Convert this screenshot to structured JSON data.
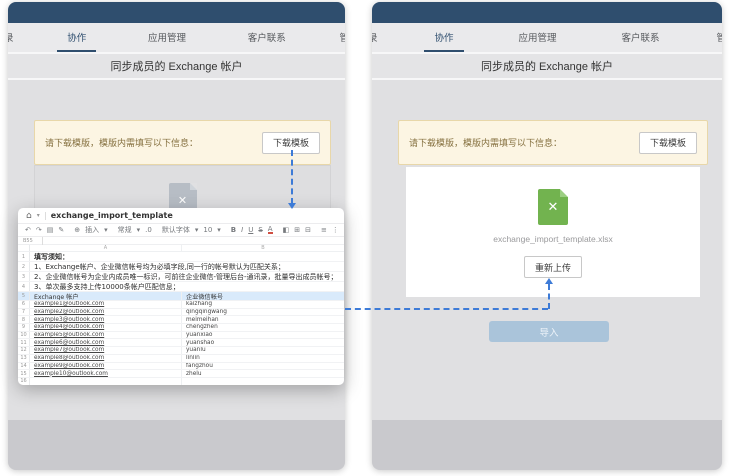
{
  "colors": {
    "navy": "#2f4e6e",
    "dashed_blue": "#3d7bd7",
    "excel_green": "#72b34f",
    "notice_bg": "#fcf5e3",
    "notice_border": "#e8d7a9",
    "import_button_bg": "#aac4da",
    "sheet_header_row_bg": "#d9eafb"
  },
  "tabs": {
    "partial_left": "录",
    "items": [
      "协作",
      "应用管理",
      "客户联系"
    ],
    "partial_right": "管"
  },
  "page_title": "同步成员的 Exchange 帐户",
  "notice": {
    "text": "请下载模版，模版内需填写以下信息：",
    "download_button": "下载模板"
  },
  "upload": {
    "filename": "exchange_import_template.xlsx",
    "reupload_button": "重新上传"
  },
  "import_button": "导入",
  "spreadsheet": {
    "window_title": "exchange_import_template",
    "name_box": "B55",
    "column_letters": {
      "a": "A",
      "b": "B"
    },
    "toolbar": {
      "undo": "↶",
      "redo": "↷",
      "print": "▤",
      "paint": "✎",
      "insert_icon": "⊕",
      "insert_label": "插入",
      "chevron": "▾",
      "format_label": "常规",
      "decimal": ".0",
      "font_label": "默认字体",
      "font_size": "10",
      "bold": "B",
      "italic": "I",
      "underline": "U",
      "strike": "S",
      "color": "A",
      "fill": "◧",
      "borders": "⊞",
      "merge": "⊟",
      "align": "≡",
      "more": "⋮"
    },
    "rows": [
      {
        "n": "1",
        "type": "note-bold",
        "a": "填写须知：",
        "b": ""
      },
      {
        "n": "2",
        "type": "note",
        "a": "1、Exchange帐户、企业微信帐号均为必填字段,同一行的帐号默认为匹配关系；",
        "b": ""
      },
      {
        "n": "3",
        "type": "note",
        "a": "2、企业微信帐号为企业内成员唯一标识，可前往企业微信-管理后台-通讯录，批量导出成员帐号；",
        "b": ""
      },
      {
        "n": "4",
        "type": "note",
        "a": "3、单次最多支持上传10000条帐户匹配信息；",
        "b": ""
      },
      {
        "n": "5",
        "type": "header",
        "a": "Exchange 帐户",
        "b": "企业微信帐号"
      },
      {
        "n": "6",
        "type": "data",
        "a": "example1@outlook.com",
        "b": "kaizhang"
      },
      {
        "n": "7",
        "type": "data",
        "a": "example2@outlook.com",
        "b": "qingqingwang"
      },
      {
        "n": "8",
        "type": "data",
        "a": "example3@outlook.com",
        "b": "meimeihan"
      },
      {
        "n": "9",
        "type": "data",
        "a": "example4@outlook.com",
        "b": "chengzhen"
      },
      {
        "n": "10",
        "type": "data",
        "a": "example5@outlook.com",
        "b": "yuanxiao"
      },
      {
        "n": "11",
        "type": "data",
        "a": "example6@outlook.com",
        "b": "yuanshao"
      },
      {
        "n": "12",
        "type": "data",
        "a": "example7@outlook.com",
        "b": "yuanlu"
      },
      {
        "n": "13",
        "type": "data",
        "a": "example8@outlook.com",
        "b": "linlin"
      },
      {
        "n": "14",
        "type": "data",
        "a": "example9@outlook.com",
        "b": "fangzhou"
      },
      {
        "n": "15",
        "type": "data",
        "a": "example10@outlook.com",
        "b": "zhelu"
      },
      {
        "n": "16",
        "type": "empty",
        "a": "",
        "b": ""
      }
    ]
  }
}
